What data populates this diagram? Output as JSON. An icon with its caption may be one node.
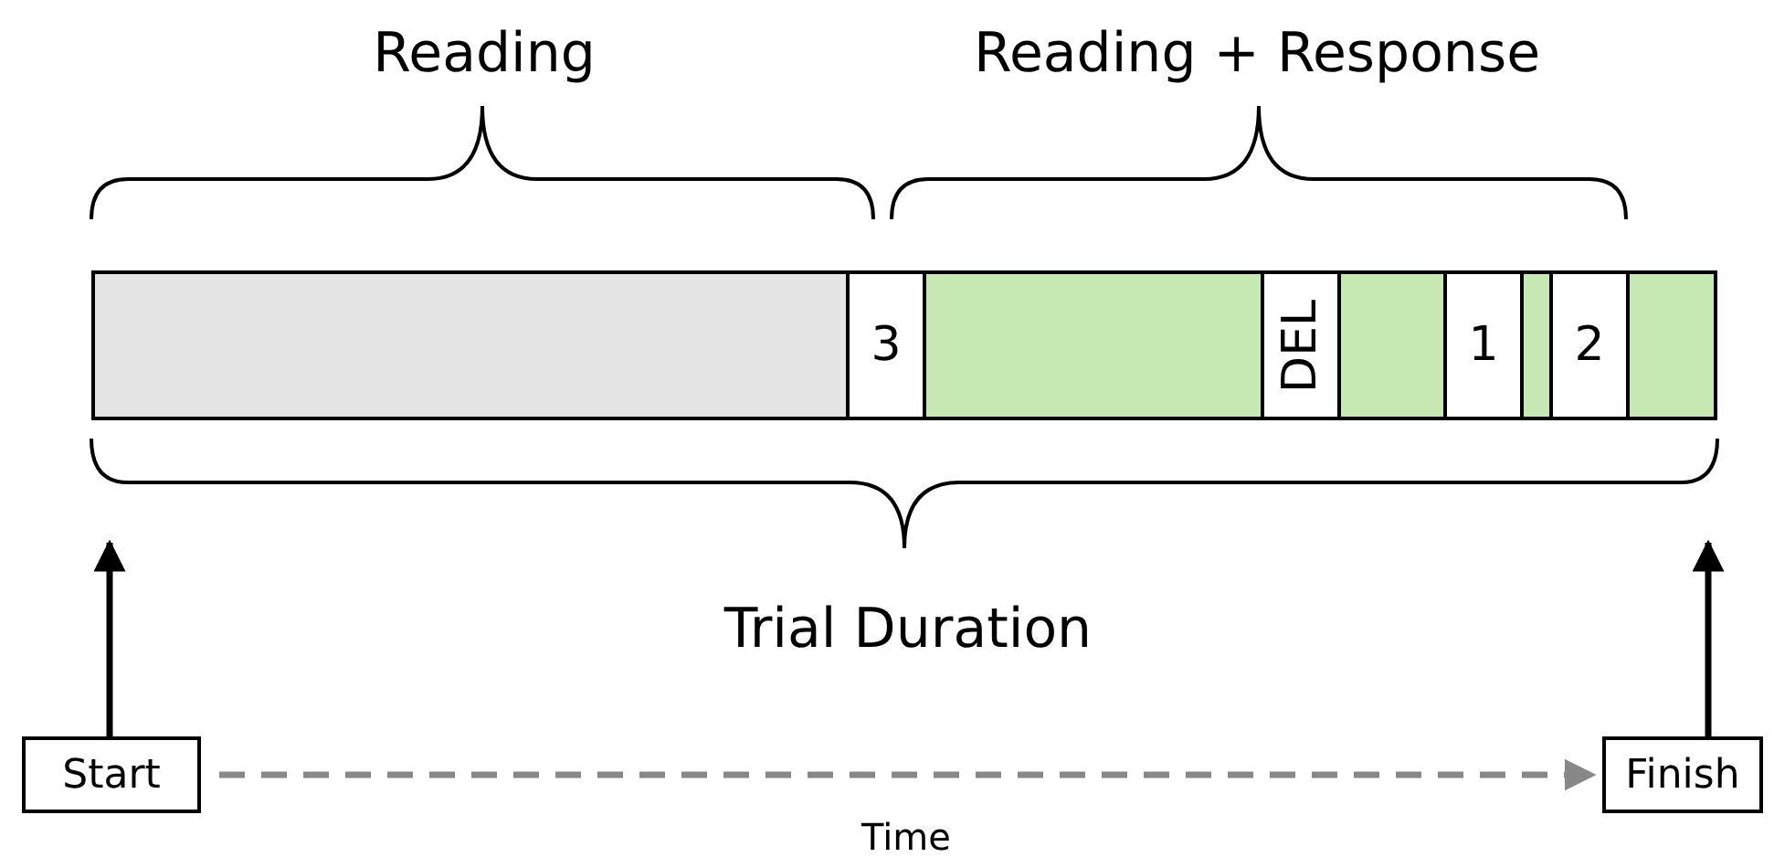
{
  "diagram": {
    "nodes": [
      {
        "text": [],
        "shape": "bar"
      },
      {
        "text": [
          "3"
        ]
      },
      {
        "text": [],
        "shape": "bar"
      },
      {
        "text": [
          "DEL"
        ]
      },
      {
        "text": [],
        "shape": "bar"
      },
      {
        "text": [
          "1"
        ]
      },
      {
        "text": [],
        "shape": "bar"
      },
      {
        "text": [
          "2"
        ]
      },
      {
        "text": [],
        "shape": "bar"
      },
      {
        "text": [
          "Start"
        ]
      },
      {
        "text": [
          "Finish"
        ]
      }
    ],
    "edges": [
      {
        "from": 9,
        "to": null,
        "arrow": "to"
      },
      {
        "from": 10,
        "to": null,
        "arrow": "to"
      },
      {
        "from": 9,
        "to": 10,
        "arrow": "to",
        "label": "Time",
        "style": "dashed",
        "color": "#888888"
      }
    ],
    "labels": [
      "Reading",
      "Reading + Response",
      "Trial Duration"
    ]
  }
}
